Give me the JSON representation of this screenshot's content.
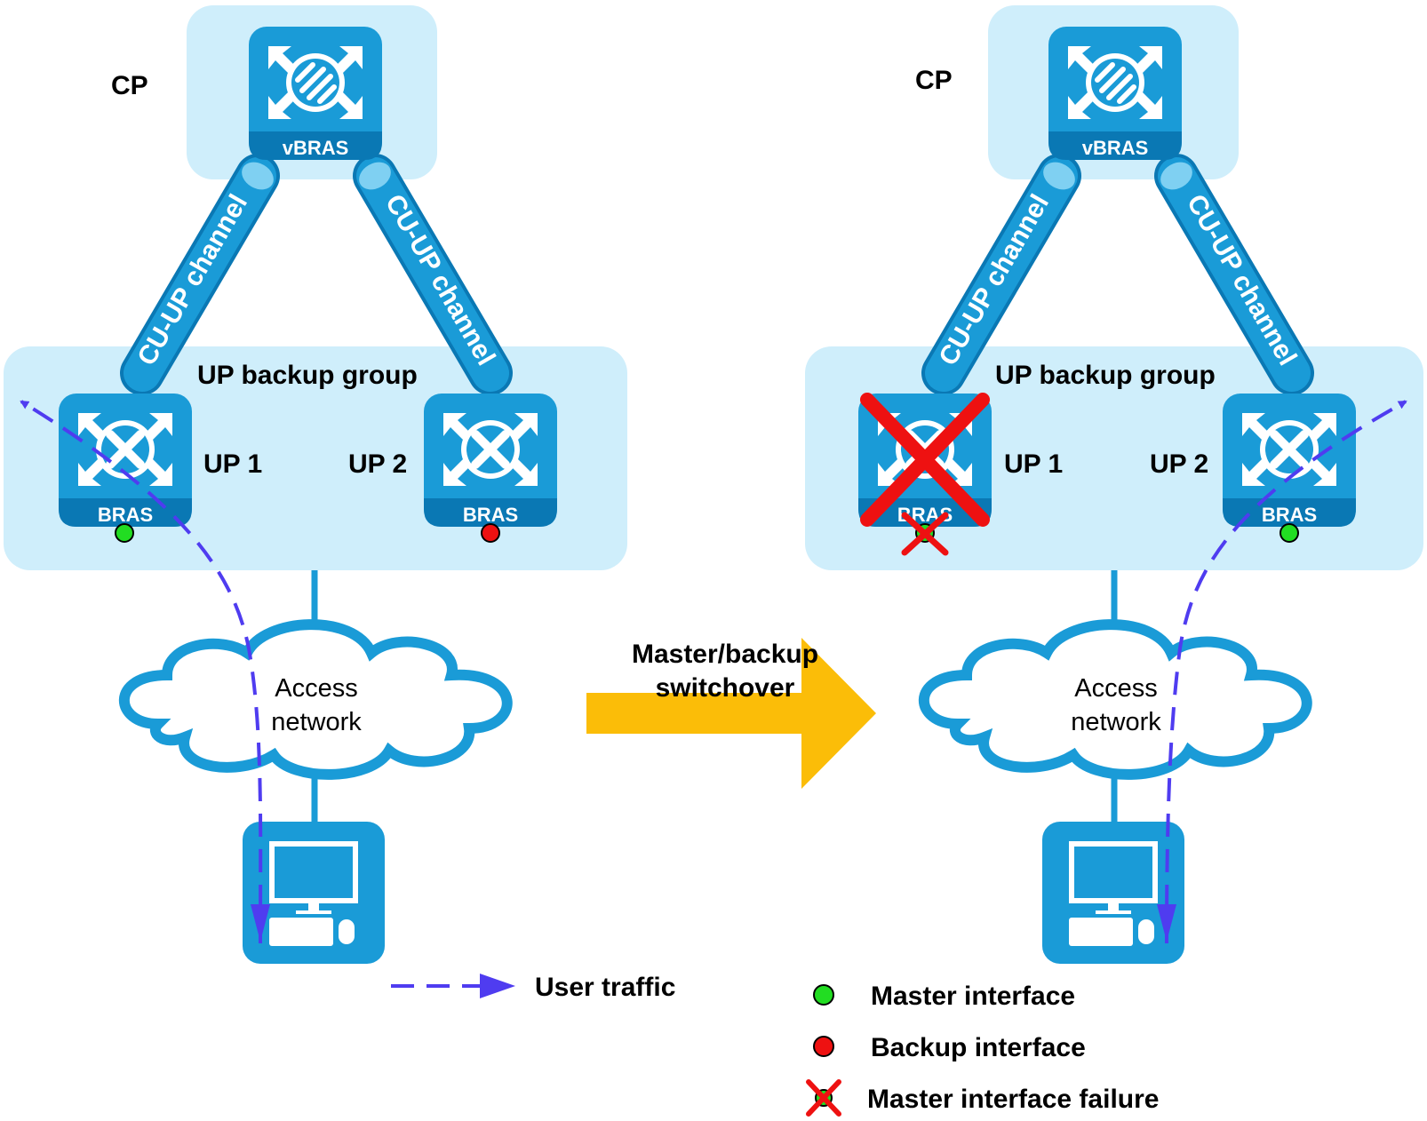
{
  "left_panel": {
    "cp_label": "CP",
    "vbras_label": "vBRAS",
    "channel_left": "CU-UP channel",
    "channel_right": "CU-UP channel",
    "group_label": "UP backup group",
    "up1_label": "UP 1",
    "up2_label": "UP 2",
    "up1_device": "BRAS",
    "up2_device": "BRAS",
    "access_line1": "Access",
    "access_line2": "network"
  },
  "right_panel": {
    "cp_label": "CP",
    "vbras_label": "vBRAS",
    "channel_left": "CU-UP channel",
    "channel_right": "CU-UP channel",
    "group_label": "UP backup group",
    "up1_label": "UP 1",
    "up2_label": "UP 2",
    "up1_device": "BRAS",
    "up2_device": "BRAS",
    "access_line1": "Access",
    "access_line2": "network"
  },
  "switchover": {
    "line1": "Master/backup",
    "line2": "switchover"
  },
  "legend": {
    "user_traffic": "User traffic",
    "master_interface": "Master interface",
    "backup_interface": "Backup interface",
    "master_failure": "Master interface failure"
  },
  "colors": {
    "panel_bg": "#cfeefb",
    "device_blue": "#1a9bd7",
    "device_dark": "#0a78b4",
    "pipe_blue": "#1a9bd7",
    "traffic": "#4f3cf0",
    "master_dot": "#22dd22",
    "backup_dot": "#ee1111",
    "failure": "#ee1111",
    "arrow": "#fbbd08"
  }
}
